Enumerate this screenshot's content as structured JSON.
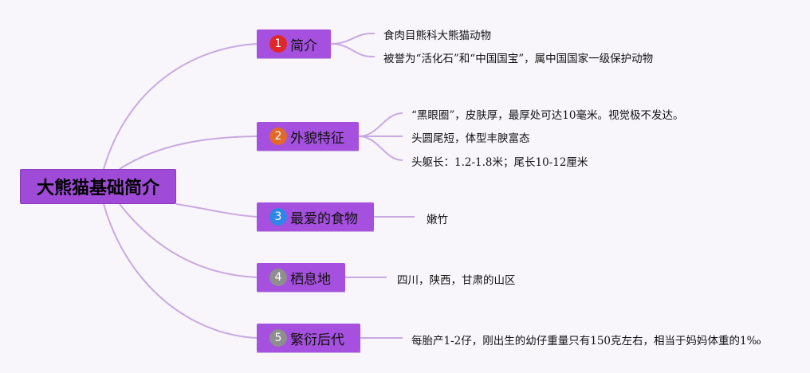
{
  "root": {
    "label": "大熊猫基础简介"
  },
  "branches": [
    {
      "number": "1",
      "label": "简介",
      "badge_color": "#e02828",
      "leaves": [
        "食肉目熊科大熊猫动物",
        "被誉为“活化石”和“中国国宝”，属中国国家一级保护动物"
      ]
    },
    {
      "number": "2",
      "label": "外貌特征",
      "badge_color": "#e06a2a",
      "leaves": [
        "“黑眼圈”，皮肤厚，最厚处可达10毫米。视觉极不发达。",
        "头圆尾短，体型丰腴富态",
        "头躯长：1.2-1.8米；尾长10-12厘米"
      ]
    },
    {
      "number": "3",
      "label": "最爱的食物",
      "badge_color": "#2f86e6",
      "leaves": [
        "嫩竹"
      ]
    },
    {
      "number": "4",
      "label": "栖息地",
      "badge_color": "#8e8e8e",
      "leaves": [
        "四川，陕西，甘肃的山区"
      ]
    },
    {
      "number": "5",
      "label": "繁衍后代",
      "badge_color": "#8e8e8e",
      "leaves": [
        "每胎产1-2仔，刚出生的幼仔重量只有150克左右，相当于妈妈体重的1‰"
      ]
    }
  ],
  "colors": {
    "node_fill": "#a650e0",
    "connector": "#c9a9e0",
    "background": "#f8f6fb"
  }
}
